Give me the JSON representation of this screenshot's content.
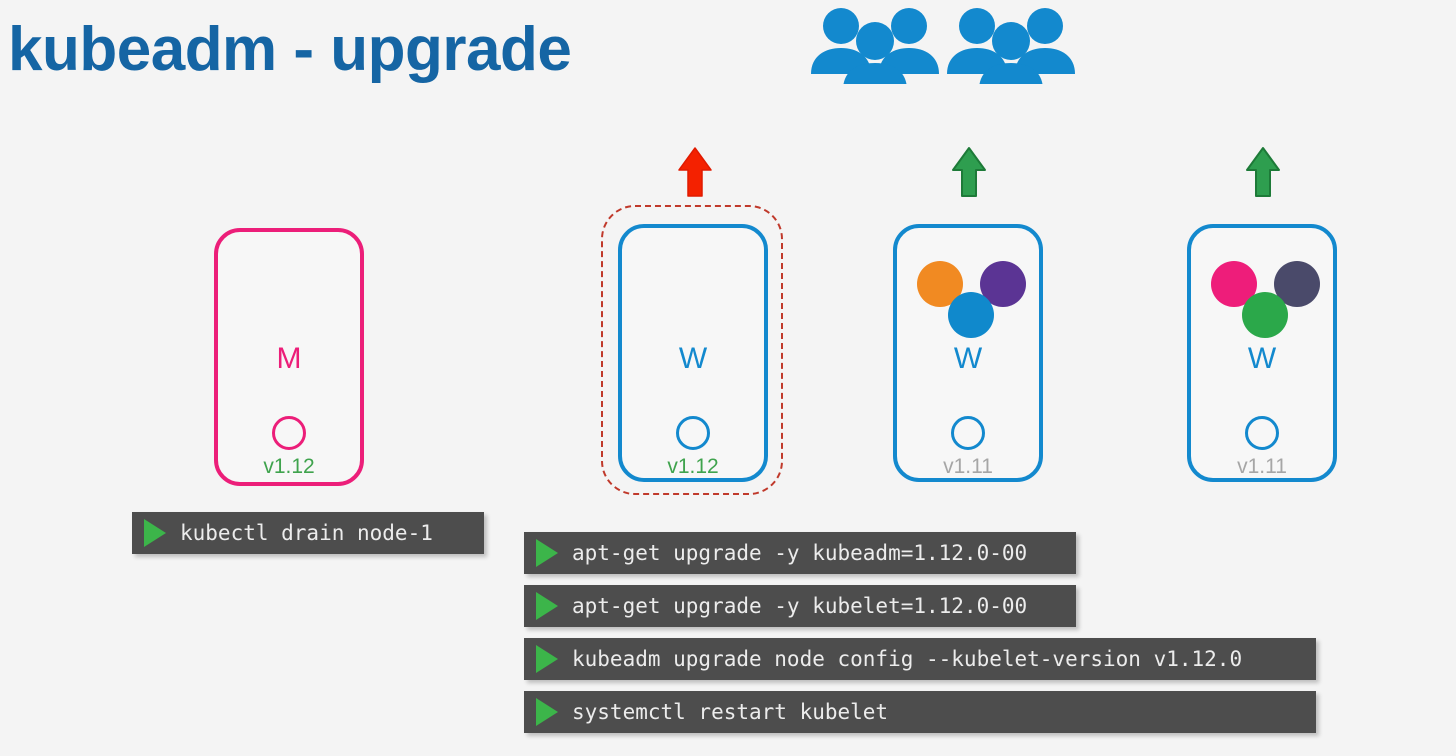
{
  "slide": {
    "title": "kubeadm - upgrade",
    "background_color": "#f4f4f4",
    "title_color": "#1565a4",
    "people_icon": "group-of-users-icon"
  },
  "palette": {
    "master_border": "#ec1e79",
    "worker_border": "#1389ce",
    "highlight_border": "#c0392b",
    "arrow_red": "#f42100",
    "arrow_green": "#2e9e4f",
    "version_current": "#3fa34d",
    "version_old": "#a6a6a6",
    "terminal_bg": "#4d4d4d",
    "terminal_text": "#ececec",
    "play_green": "#3cb54a"
  },
  "nodes": [
    {
      "id": "node-master",
      "letter": "M",
      "letter_color": "pink",
      "role": "master",
      "version": "v1.12",
      "version_state": "upgraded",
      "arrow": null,
      "highlighted": false,
      "pods": []
    },
    {
      "id": "node-worker-1",
      "letter": "W",
      "letter_color": "blue",
      "role": "worker",
      "version": "v1.12",
      "version_state": "upgraded",
      "arrow": "red-up-arrow",
      "highlighted": true,
      "pods": []
    },
    {
      "id": "node-worker-2",
      "letter": "W",
      "letter_color": "blue",
      "role": "worker",
      "version": "v1.11",
      "version_state": "outdated",
      "arrow": "green-up-arrow",
      "highlighted": false,
      "pods": [
        {
          "name": "pod-orange",
          "color": "#f18a22"
        },
        {
          "name": "pod-purple",
          "color": "#5b3494"
        },
        {
          "name": "pod-blue",
          "color": "#1089cc"
        }
      ]
    },
    {
      "id": "node-worker-3",
      "letter": "W",
      "letter_color": "blue",
      "role": "worker",
      "version": "v1.11",
      "version_state": "outdated",
      "arrow": "green-up-arrow",
      "highlighted": false,
      "pods": [
        {
          "name": "pod-pink",
          "color": "#ee1d7a"
        },
        {
          "name": "pod-navy",
          "color": "#4a4a6a"
        },
        {
          "name": "pod-green",
          "color": "#2ba84a"
        }
      ]
    }
  ],
  "commands": {
    "master_group": [
      {
        "id": "cmd-drain",
        "text": "kubectl drain node-1"
      }
    ],
    "worker_group": [
      {
        "id": "cmd-apt-kubeadm",
        "text": "apt-get upgrade -y kubeadm=1.12.0-00"
      },
      {
        "id": "cmd-apt-kubelet",
        "text": "apt-get upgrade -y kubelet=1.12.0-00"
      },
      {
        "id": "cmd-kubeadm-upgrade-node",
        "text": "kubeadm upgrade node config --kubelet-version v1.12.0"
      },
      {
        "id": "cmd-systemctl-restart",
        "text": "systemctl restart kubelet"
      }
    ]
  }
}
